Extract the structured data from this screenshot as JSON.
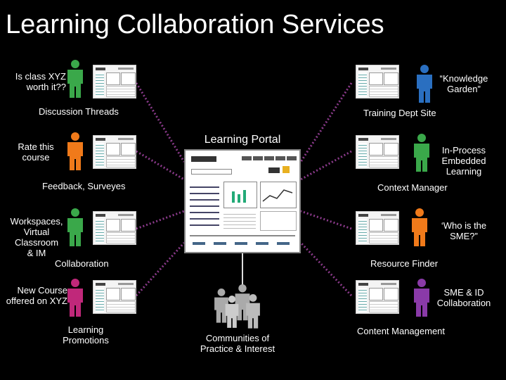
{
  "title": "Learning Collaboration Services",
  "portal": {
    "title": "Learning Portal"
  },
  "left": {
    "q1": "Is class XYZ\nworth it??",
    "cap1": "Discussion Threads",
    "q2": "Rate this\ncourse",
    "cap2": "Feedback, Surveyes",
    "q3": "Workspaces,\nVirtual\nClassroom\n& IM",
    "cap3": "Collaboration",
    "q4": "New Course\noffered on XYZ",
    "cap4": "Learning\nPromotions"
  },
  "right": {
    "q1": "“Knowledge\nGarden”",
    "cap1": "Training Dept Site",
    "q2": "In-Process\nEmbedded\nLearning",
    "cap2": "Context Manager",
    "q3": "‘Who is the\nSME?”",
    "cap3": "Resource Finder",
    "q4": "SME & ID\nCollaboration",
    "cap4": "Content Management"
  },
  "bottom": {
    "cap": "Communities of\nPractice & Interest"
  },
  "colors": {
    "person_left": [
      "#3aa84a",
      "#f07a1a",
      "#3aa84a",
      "#c0287a"
    ],
    "person_right": [
      "#2a6fc0",
      "#3aa84a",
      "#f07a1a",
      "#8a3aa8"
    ],
    "person_group": "#aaaaaa",
    "connector": "#8a3a8a"
  }
}
